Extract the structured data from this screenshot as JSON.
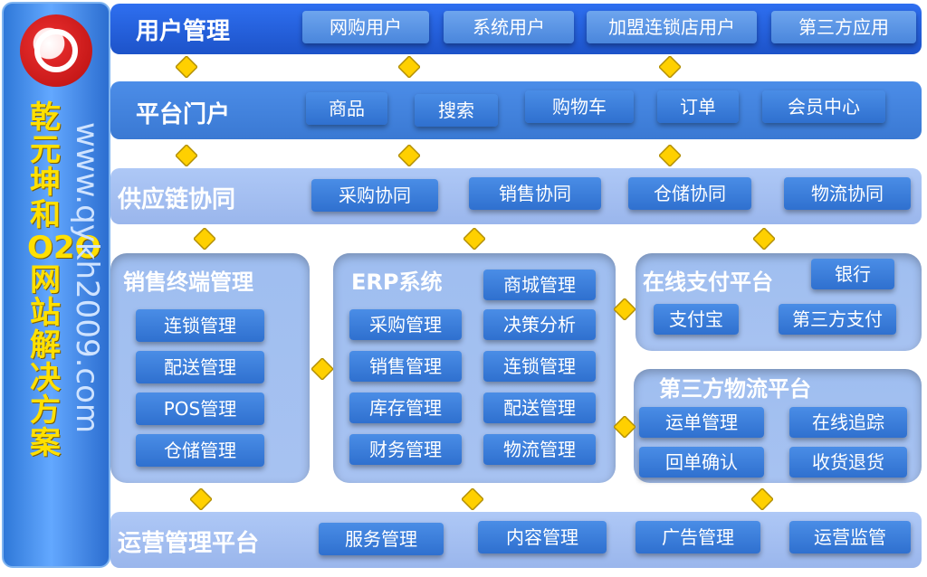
{
  "sidebar": {
    "title": "乾元坤和O2O网站解决方案",
    "url": "www.qykh2009.com"
  },
  "rows": {
    "users": {
      "title": "用户管理",
      "items": [
        "网购用户",
        "系统用户",
        "加盟连锁店用户",
        "第三方应用"
      ]
    },
    "portal": {
      "title": "平台门户",
      "items": [
        "商品",
        "搜索",
        "购物车",
        "订单",
        "会员中心"
      ]
    },
    "supply": {
      "title": "供应链协同",
      "items": [
        "采购协同",
        "销售协同",
        "仓储协同",
        "物流协同"
      ]
    },
    "ops": {
      "title": "运营管理平台",
      "items": [
        "服务管理",
        "内容管理",
        "广告管理",
        "运营监管"
      ]
    }
  },
  "panels": {
    "pos": {
      "title": "销售终端管理",
      "items": [
        "连锁管理",
        "配送管理",
        "POS管理",
        "仓储管理"
      ]
    },
    "erp": {
      "title": "ERP系统",
      "items": [
        "商城管理",
        "采购管理",
        "决策分析",
        "销售管理",
        "连锁管理",
        "库存管理",
        "配送管理",
        "财务管理",
        "物流管理"
      ]
    },
    "pay": {
      "title": "在线支付平台",
      "items": [
        "银行",
        "支付宝",
        "第三方支付"
      ]
    },
    "logistics": {
      "title": "第三方物流平台",
      "items": [
        "运单管理",
        "在线追踪",
        "回单确认",
        "收货退货"
      ]
    }
  },
  "colors": {
    "arrow": "#ffd000",
    "title_yellow": "#ffe000"
  },
  "icons": {
    "logo": "dragon-logo-icon",
    "connector": "double-arrow-icon"
  }
}
